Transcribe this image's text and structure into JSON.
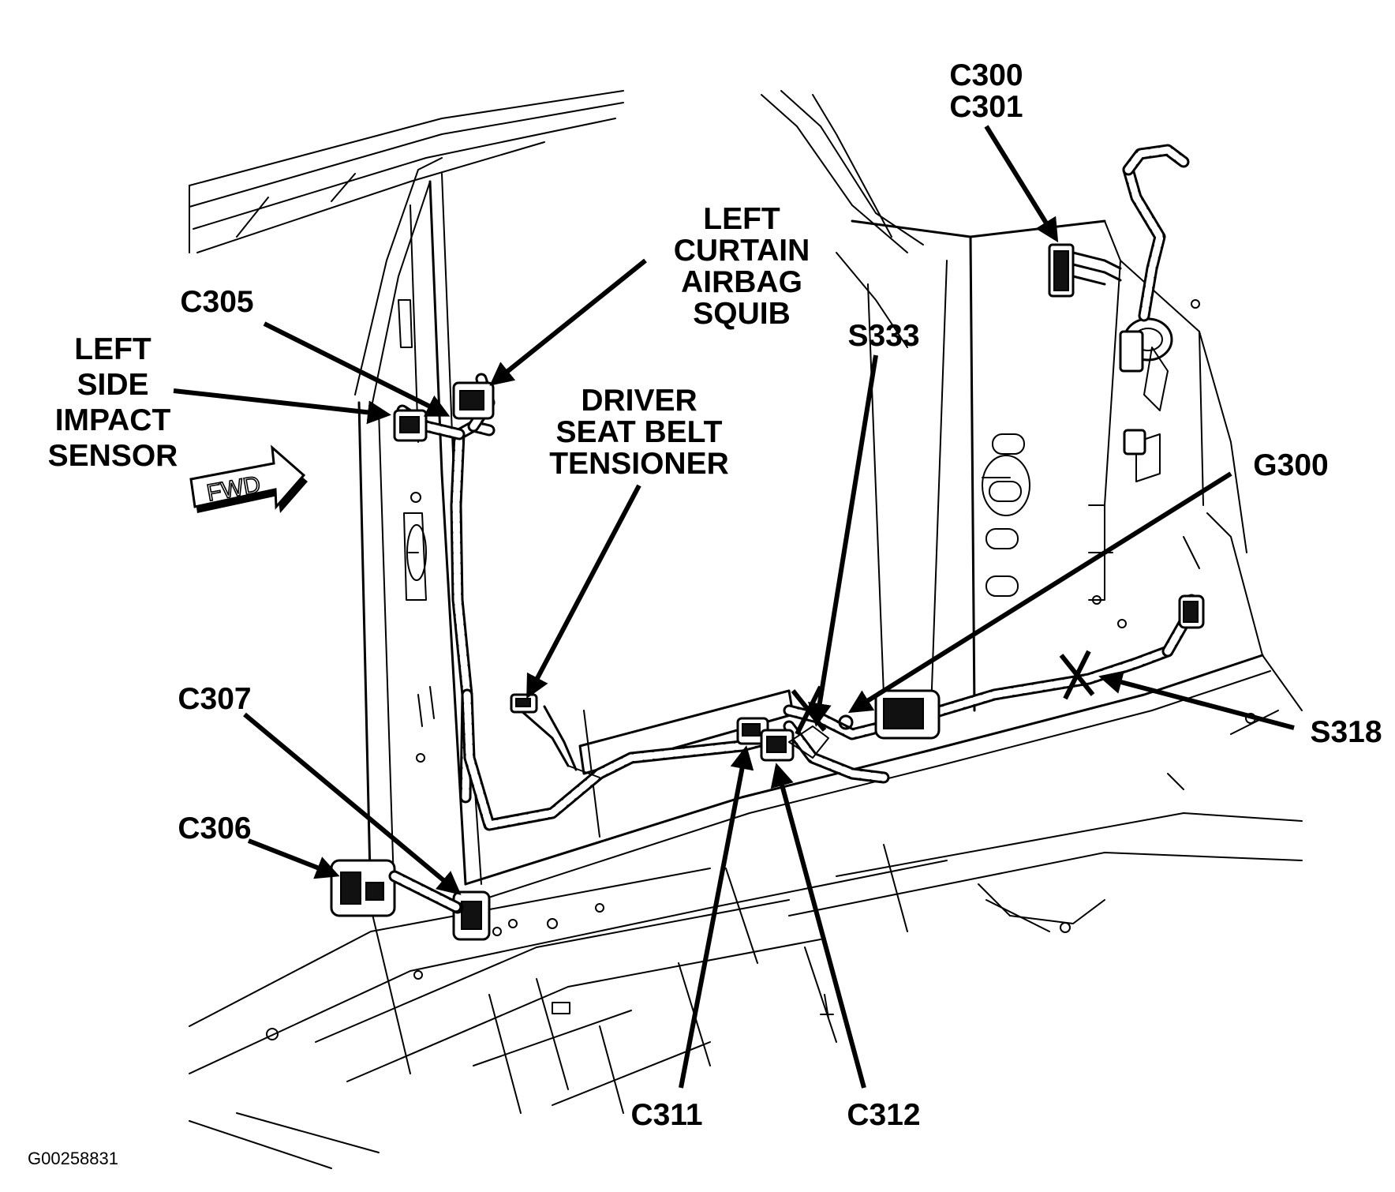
{
  "labels": {
    "c300": "C300",
    "c301": "C301",
    "left_curtain_line1": "LEFT",
    "left_curtain_line2": "CURTAIN",
    "left_curtain_line3": "AIRBAG",
    "left_curtain_line4": "SQUIB",
    "c305": "C305",
    "left_side_line1": "LEFT",
    "left_side_line2": "SIDE",
    "left_side_line3": "IMPACT",
    "left_side_line4": "SENSOR",
    "driver_line1": "DRIVER",
    "driver_line2": "SEAT BELT",
    "driver_line3": "TENSIONER",
    "s333": "S333",
    "g300": "G300",
    "s318": "S318",
    "c307": "C307",
    "c306": "C306",
    "c311": "C311",
    "c312": "C312",
    "fwd": "FWD",
    "figure_id": "G00258831"
  }
}
